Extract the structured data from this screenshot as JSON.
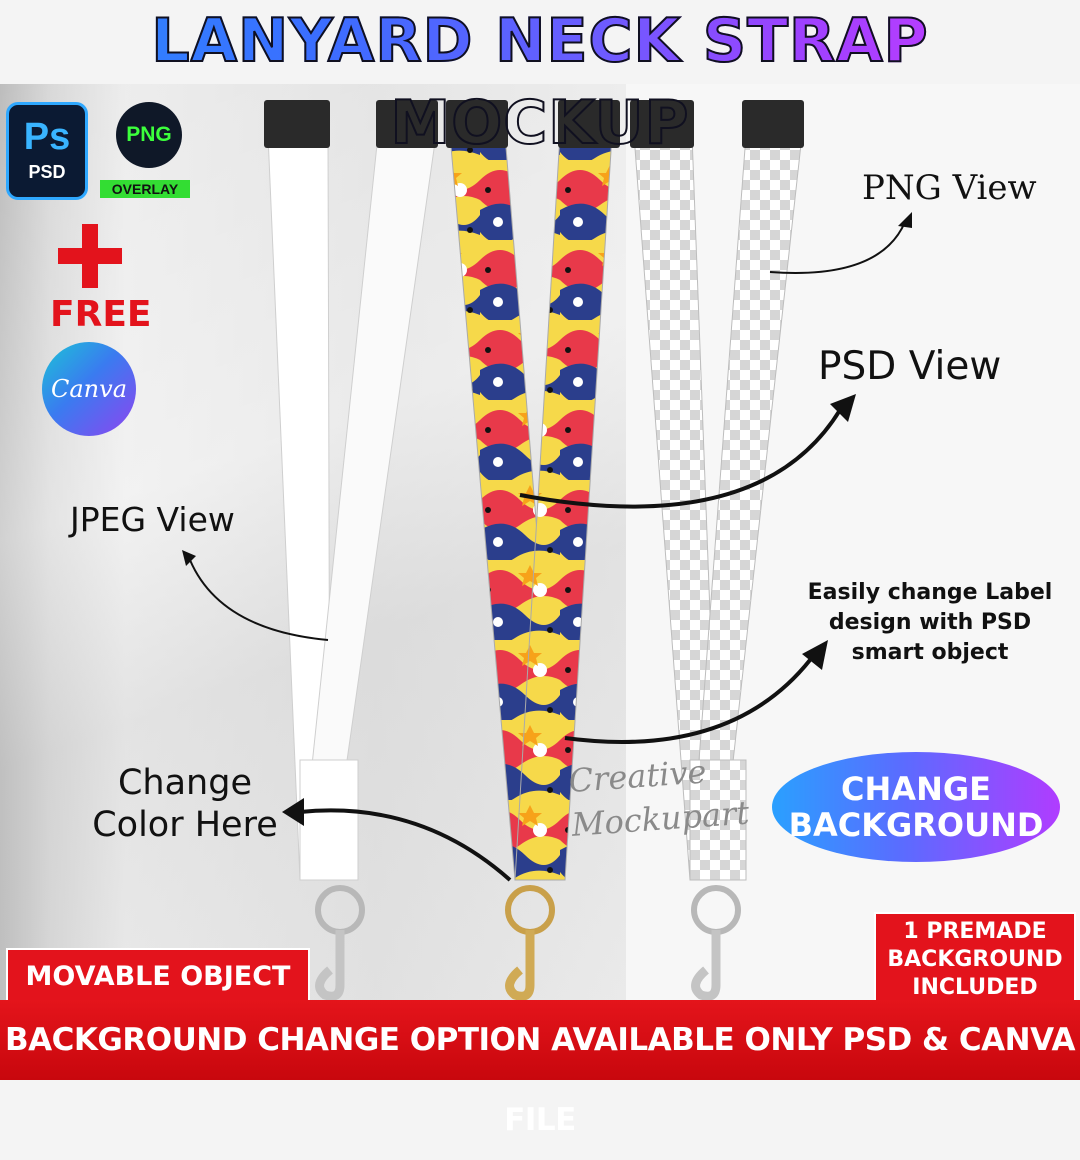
{
  "title": "LANYARD NECK STRAP MOCKUP",
  "badges": {
    "ps_main": "Ps",
    "ps_sub": "PSD",
    "png": "PNG",
    "overlay": "OVERLAY",
    "free": "FREE",
    "canva": "Canva"
  },
  "labels": {
    "png_view": "PNG View",
    "psd_view": "PSD View",
    "jpeg_view": "JPEG View",
    "easy_change": "Easily change Label design with PSD smart object",
    "change_color": "Change Color Here",
    "change_background": "CHANGE BACKGROUND",
    "movable": "MOVABLE OBJECT",
    "premade": "1 PREMADE BACKGROUND INCLUDED",
    "watermark": "Creative Mockupart"
  },
  "bottom_banner": "BACKGROUND CHANGE OPTION AVAILABLE ONLY PSD & CANVA FILE",
  "colors": {
    "red": "#e3131c",
    "canva_gradient": [
      "#1bc4d6",
      "#8e44f0"
    ],
    "change_bg_gradient": [
      "#2aa0ff",
      "#b03cff"
    ]
  }
}
